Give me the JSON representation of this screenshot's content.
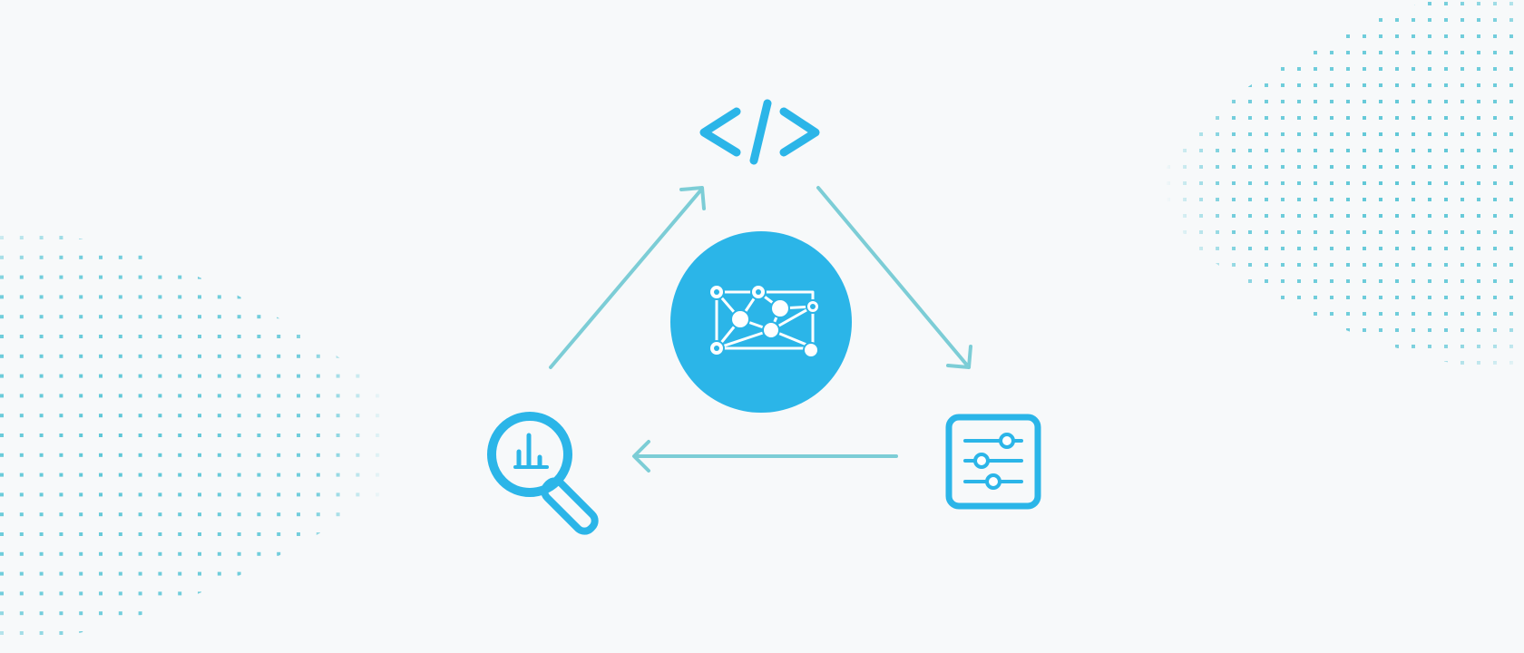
{
  "diagram": {
    "nodes": [
      {
        "id": "code",
        "icon": "code-icon"
      },
      {
        "id": "tune",
        "icon": "sliders-icon"
      },
      {
        "id": "analyze",
        "icon": "magnifier-chart-icon"
      },
      {
        "id": "center",
        "icon": "network-graph-icon"
      }
    ],
    "cycle": [
      "analyze",
      "code",
      "tune",
      "analyze"
    ]
  },
  "colors": {
    "background": "#f7f9fa",
    "icon": "#2bb5e8",
    "arrow": "#7ccdd6",
    "dots": "#5cc6d6",
    "center_fill": "#2bb5e8",
    "center_glyph": "#ffffff"
  }
}
